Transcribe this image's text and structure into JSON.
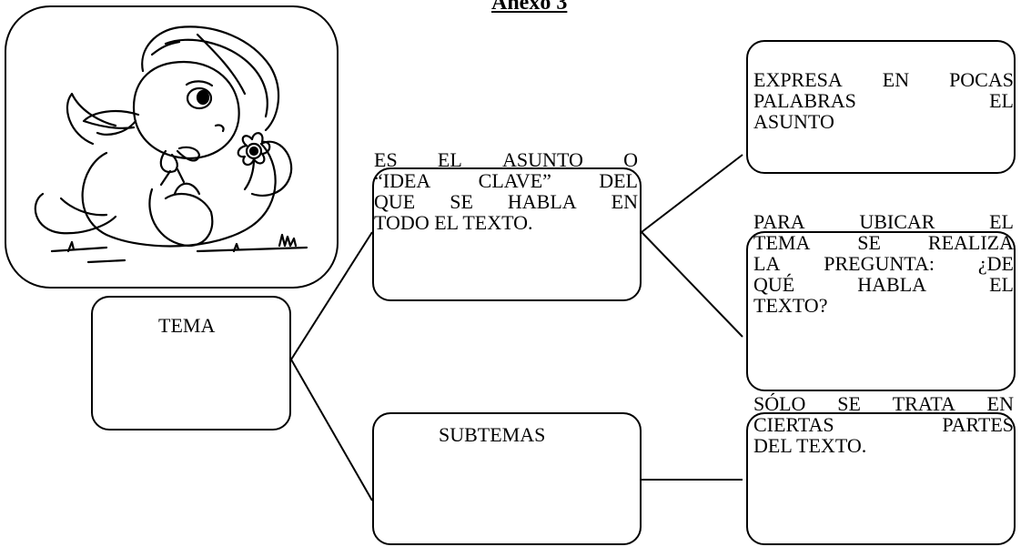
{
  "title": "Anexo 3",
  "center_nodes": {
    "tema": "TEMA",
    "subtemas": "SUBTEMAS"
  },
  "definition": {
    "lines": [
      [
        "ES",
        "EL",
        "ASUNTO",
        "O"
      ],
      [
        "“IDEA",
        "CLAVE”",
        "DEL"
      ],
      [
        "QUE",
        "SE",
        "HABLA",
        "EN"
      ],
      [
        "TODO EL TEXTO."
      ]
    ]
  },
  "express": {
    "lines": [
      [
        "EXPRESA",
        "EN",
        "POCAS"
      ],
      [
        "PALABRAS",
        "EL"
      ],
      [
        "ASUNTO"
      ]
    ]
  },
  "locate": {
    "lines": [
      [
        "PARA",
        "UBICAR",
        "EL"
      ],
      [
        "TEMA",
        "SE",
        "REALIZA"
      ],
      [
        "LA",
        "PREGUNTA:",
        "¿DE"
      ],
      [
        "QUÉ",
        "HABLA",
        "EL"
      ],
      [
        "TEXTO?"
      ]
    ]
  },
  "subtopic_note": {
    "lines": [
      [
        "SÓLO",
        "SE",
        "TRATA",
        "EN"
      ],
      [
        "CIERTAS",
        "PARTES"
      ],
      [
        "DEL TEXTO."
      ]
    ]
  },
  "illustration": {
    "subject": "duck-with-bonnet-drawing"
  }
}
